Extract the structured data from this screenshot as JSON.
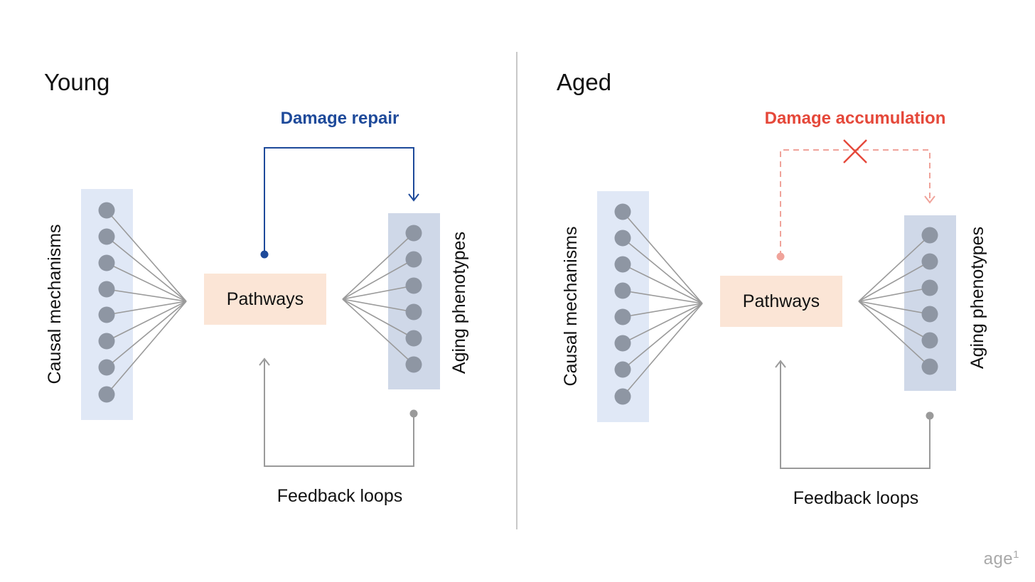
{
  "panels": {
    "young": {
      "title": "Young",
      "damage_label": "Damage repair",
      "causal_label": "Causal mechanisms",
      "pathways_label": "Pathways",
      "phenotypes_label": "Aging phenotypes",
      "feedback_label": "Feedback loops"
    },
    "aged": {
      "title": "Aged",
      "damage_label": "Damage accumulation",
      "causal_label": "Causal mechanisms",
      "pathways_label": "Pathways",
      "phenotypes_label": "Aging phenotypes",
      "feedback_label": "Feedback loops"
    }
  },
  "colors": {
    "repair": "#1e4a9a",
    "accumulation": "#e5483a",
    "accumulation_dashed": "#f0a39a",
    "pathways_fill": "#fbe5d6",
    "causal_column": "#e0e8f6",
    "phenotype_column": "#cfd8e8",
    "node": "#8e96a3",
    "connector": "#9a9a9a"
  },
  "brand": {
    "logo_text": "age",
    "logo_sup": "1"
  }
}
